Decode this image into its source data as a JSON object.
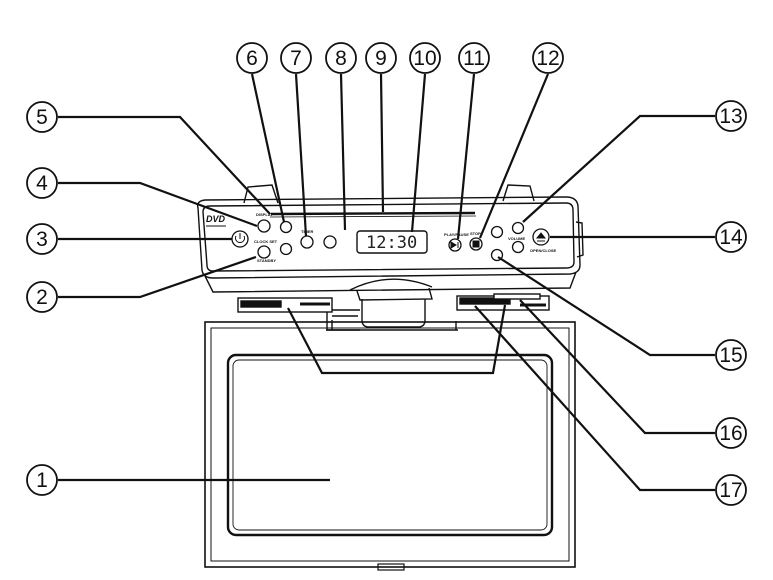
{
  "diagram": {
    "callouts": [
      {
        "id": 1,
        "label": "1"
      },
      {
        "id": 2,
        "label": "2"
      },
      {
        "id": 3,
        "label": "3"
      },
      {
        "id": 4,
        "label": "4"
      },
      {
        "id": 5,
        "label": "5"
      },
      {
        "id": 6,
        "label": "6"
      },
      {
        "id": 7,
        "label": "7"
      },
      {
        "id": 8,
        "label": "8"
      },
      {
        "id": 9,
        "label": "9"
      },
      {
        "id": 10,
        "label": "10"
      },
      {
        "id": 11,
        "label": "11"
      },
      {
        "id": 12,
        "label": "12"
      },
      {
        "id": 13,
        "label": "13"
      },
      {
        "id": 14,
        "label": "14"
      },
      {
        "id": 15,
        "label": "15"
      },
      {
        "id": 16,
        "label": "16"
      },
      {
        "id": 17,
        "label": "17"
      }
    ],
    "device": {
      "brand_logo": "DVD",
      "clock_display": "12:30",
      "button_labels": {
        "display": "DISPLAY",
        "clock_set": "CLOCK SET",
        "standby": "STANDBY",
        "timer": "TIMER",
        "play_pause": "PLAY/PAUSE",
        "stop": "STOP",
        "volume": "VOLUME",
        "open_close": "OPEN/CLOSE"
      }
    }
  }
}
